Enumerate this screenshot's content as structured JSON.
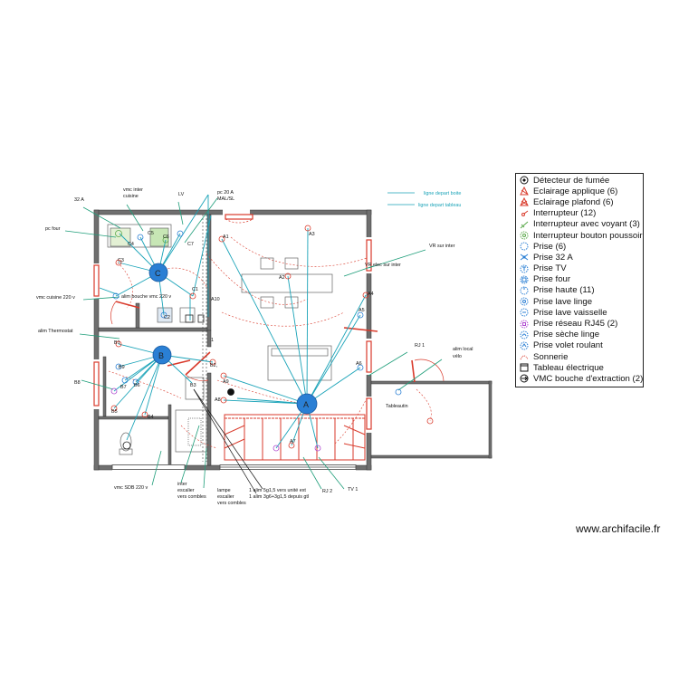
{
  "legend": {
    "items": [
      {
        "label": "Détecteur de fumée",
        "icon": "smoke-detector-icon"
      },
      {
        "label": "Eclairage applique (6)",
        "icon": "wall-light-icon"
      },
      {
        "label": "Eclairage plafond (6)",
        "icon": "ceiling-light-icon"
      },
      {
        "label": "Interrupteur (12)",
        "icon": "switch-icon"
      },
      {
        "label": "Interrupteur avec voyant (3)",
        "icon": "lit-switch-icon"
      },
      {
        "label": "Interrupteur bouton poussoir",
        "icon": "push-button-icon"
      },
      {
        "label": "Prise (6)",
        "icon": "socket-icon"
      },
      {
        "label": "Prise 32 A",
        "icon": "socket-32a-icon"
      },
      {
        "label": "Prise TV",
        "icon": "tv-socket-icon"
      },
      {
        "label": "Prise four",
        "icon": "oven-socket-icon"
      },
      {
        "label": "Prise haute (11)",
        "icon": "high-socket-icon"
      },
      {
        "label": "Prise lave linge",
        "icon": "washer-socket-icon"
      },
      {
        "label": "Prise lave vaisselle",
        "icon": "dishwasher-socket-icon"
      },
      {
        "label": "Prise réseau RJ45 (2)",
        "icon": "rj45-socket-icon"
      },
      {
        "label": "Prise sèche linge",
        "icon": "dryer-socket-icon"
      },
      {
        "label": "Prise volet roulant",
        "icon": "shutter-socket-icon"
      },
      {
        "label": "Sonnerie",
        "icon": "bell-icon"
      },
      {
        "label": "Tableau électrique",
        "icon": "electrical-panel-icon"
      },
      {
        "label": "VMC bouche d'extraction (2)",
        "icon": "vmc-vent-icon"
      }
    ],
    "colors": {
      "symbol_red": "#d93a2b",
      "symbol_blue": "#2a7fd4",
      "symbol_green": "#5aa84a",
      "symbol_purple": "#b04ad0"
    }
  },
  "plan": {
    "circuits": {
      "c": "C",
      "b": "B",
      "a": "A"
    },
    "keys": {
      "line_depart_boite": "ligne depart boite",
      "line_depart_tableau": "ligne depart tableau"
    },
    "callouts": {
      "a32": "32 A",
      "vmc_inter_1": "vmc inter",
      "vmc_inter_2": "cuisine",
      "lv": "LV",
      "pc20_1": "pc 20 A",
      "pc20_2": "MAL/SL",
      "pc_four": "pc four",
      "vr_inter": "VR sur inter",
      "vr_elec": "VR elec sur inter",
      "vmc_cuisine": "vmc cuisine 220 v",
      "alim_bouche": "alim bouche vmc 220 v",
      "alim_thermostat": "alim Thermostat",
      "rj1": "RJ 1",
      "alim_local_1": "alim local",
      "alim_local_2": "vélo",
      "tableautin": "Tableautin",
      "vmc_sdb": "vmc SDB 220 v",
      "inter_esc_1": "inter",
      "inter_esc_2": "escalier",
      "inter_esc_3": "vers combles",
      "lampe_esc_1": "lampe",
      "lampe_esc_2": "escalier",
      "lampe_esc_3": "vers combles",
      "alim_1": "1 alim 5g1,5 vers unité ext",
      "alim_2": "1 alim 3g6+3g1,5 depuis gtl",
      "rj2": "RJ 2",
      "tv1": "TV 1"
    },
    "tags": {
      "a1": "A1",
      "a2": "A2",
      "a3": "A3",
      "a4": "A4",
      "a5": "A5",
      "a6": "A6",
      "a7": "A7",
      "a8": "A8",
      "a9": "A9",
      "a10": "A10",
      "b1": "B1",
      "b2": "B2,",
      "b3": "B3",
      "b4": "B4",
      "b5": "B5",
      "b6": "B6",
      "b7": "B7",
      "b8": "B8",
      "b9": "B9",
      "c1": "C1",
      "c2": "C2",
      "c3": "C3",
      "c4": "C4",
      "c5": "C5",
      "c6": "C6",
      "c7": "C7",
      "one": "1"
    }
  },
  "footer": {
    "credit": "www.archifacile.fr"
  }
}
